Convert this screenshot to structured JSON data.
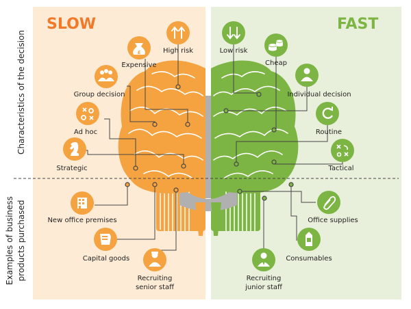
{
  "slow_title": "SLOW",
  "fast_title": "FAST",
  "axis_top": "Characteristics of the decision",
  "axis_bottom_line1": "Examples of business",
  "axis_bottom_line2": "products purchased",
  "colors": {
    "orange": "#F4A340",
    "green": "#7DB544",
    "slow_bg": "#FDEBD6",
    "fast_bg": "#E8F0DB",
    "title_orange": "#F07A2A",
    "title_green": "#7DB544",
    "line": "#444444"
  },
  "slow_items": [
    {
      "label": "High risk",
      "icon": "arrows-up-icon"
    },
    {
      "label": "Expensive",
      "icon": "money-bag-icon"
    },
    {
      "label": "Group decision",
      "icon": "group-icon"
    },
    {
      "label": "Ad hoc",
      "icon": "scatter-icon"
    },
    {
      "label": "Strategic",
      "icon": "chess-knight-icon"
    }
  ],
  "fast_items": [
    {
      "label": "Low risk",
      "icon": "arrows-down-icon"
    },
    {
      "label": "Cheap",
      "icon": "coins-icon"
    },
    {
      "label": "Individual decision",
      "icon": "person-icon"
    },
    {
      "label": "Routine",
      "icon": "refresh-icon"
    },
    {
      "label": "Tactical",
      "icon": "tactics-icon"
    }
  ],
  "slow_examples": [
    {
      "label": "New office premises",
      "icon": "building-icon"
    },
    {
      "label": "Capital goods",
      "icon": "truck-icon"
    },
    {
      "label_line1": "Recruiting",
      "label_line2": "senior staff",
      "icon": "senior-person-icon"
    }
  ],
  "fast_examples": [
    {
      "label": "Office supplies",
      "icon": "paperclip-icon"
    },
    {
      "label": "Consumables",
      "icon": "milk-carton-icon"
    },
    {
      "label_line1": "Recruiting",
      "label_line2": "junior staff",
      "icon": "junior-person-icon"
    }
  ]
}
